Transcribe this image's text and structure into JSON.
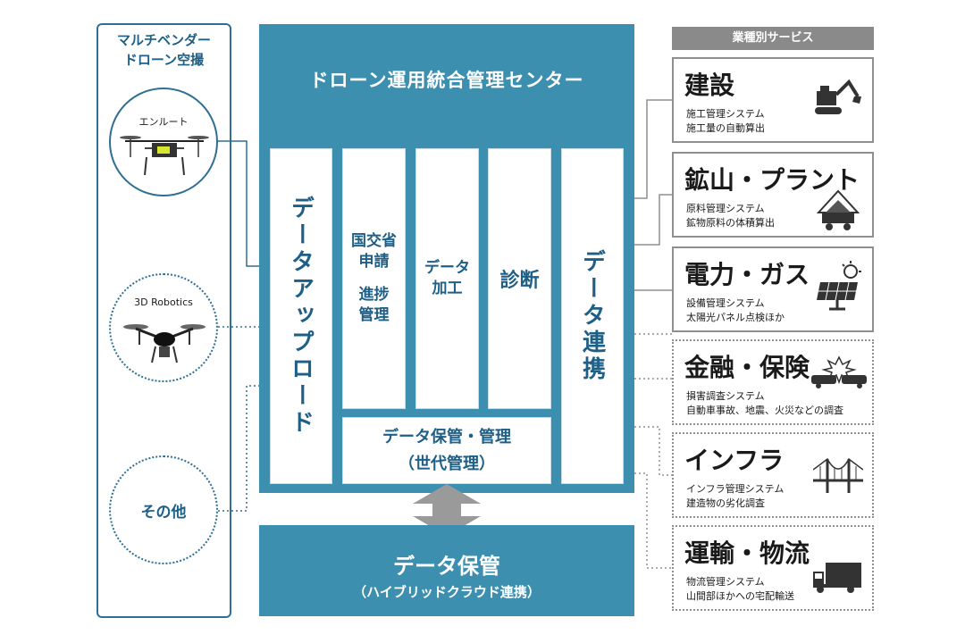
{
  "vendor": {
    "title_line1": "マルチベンダー",
    "title_line2": "ドローン空撮",
    "drones": [
      {
        "label": "エンルート"
      },
      {
        "label": "3D Robotics"
      },
      {
        "label": "その他"
      }
    ]
  },
  "center": {
    "title": "ドローン運用統合管理センター",
    "columns": {
      "upload": "データアップロード",
      "gov_line1": "国交省",
      "gov_line2": "申請",
      "gov_line3": "進捗",
      "gov_line4": "管理",
      "process_line1": "データ",
      "process_line2": "加工",
      "diagnosis": "診断",
      "link": "データ連携"
    },
    "archive_line1": "データ保管・管理",
    "archive_line2": "（世代管理）"
  },
  "storage": {
    "title": "データ保管",
    "subtitle": "（ハイブリッドクラウド連携）"
  },
  "services": {
    "header": "業種別サービス",
    "items": [
      {
        "title": "建設",
        "desc1": "施工管理システム",
        "desc2": "施工量の自動算出",
        "icon": "excavator-icon"
      },
      {
        "title": "鉱山・プラント",
        "desc1": "原料管理システム",
        "desc2": "鉱物原料の体積算出",
        "icon": "mine-cart-icon"
      },
      {
        "title": "電力・ガス",
        "desc1": "設備管理システム",
        "desc2": "太陽光パネル点検ほか",
        "icon": "solar-panel-icon"
      },
      {
        "title": "金融・保険",
        "desc1": "損害調査システム",
        "desc2": "自動車事故、地震、火災などの調査",
        "icon": "car-crash-icon"
      },
      {
        "title": "インフラ",
        "desc1": "インフラ管理システム",
        "desc2": "建造物の劣化調査",
        "icon": "bridge-icon"
      },
      {
        "title": "運輸・物流",
        "desc1": "物流管理システム",
        "desc2": "山間部ほかへの宅配輸送",
        "icon": "truck-icon"
      }
    ]
  },
  "colors": {
    "accent": "#3d8fb0",
    "border_blue": "#2f6f93",
    "text_blue": "#1d5f86",
    "gray": "#8a8a8a"
  }
}
